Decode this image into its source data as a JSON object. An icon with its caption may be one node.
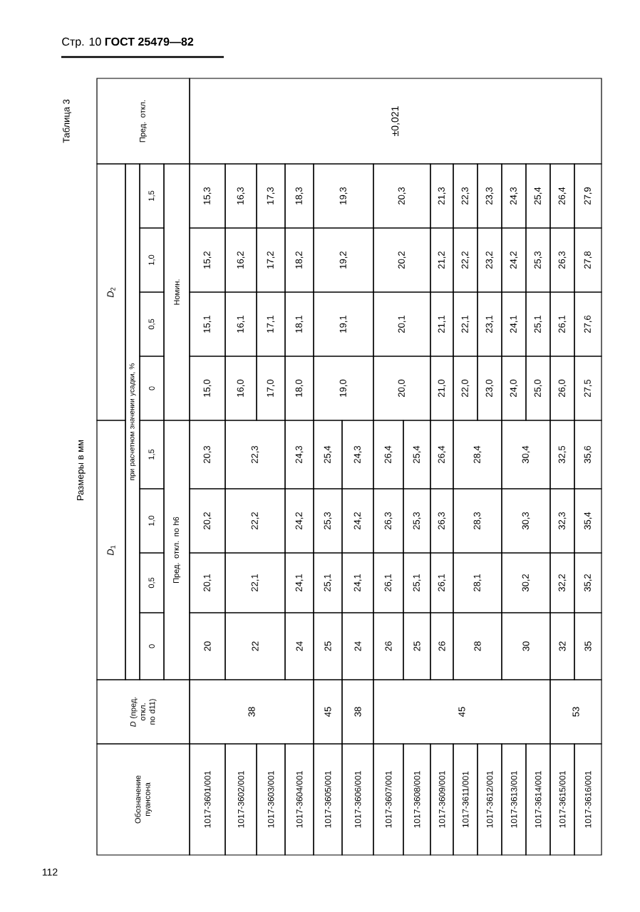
{
  "diagram": {
    "labels": [
      "Стр. 10 **ГОСТ 25479—82**",
      "Таблица 3",
      "Размеры в мм",
      "Обозначение пуансона",
      "*D* (пред. откл. по d11)",
      "*D*$_{1}$",
      "*D*$_{2}$",
      "Пред. откл.",
      "при расчетном значении усадки, %",
      "0",
      "0,5",
      "1,0",
      "1,5",
      "0",
      "0,5",
      "1,0",
      "1,5",
      "Пред. откл. по h6",
      "Номин.",
      "±0,021",
      "1017-3601/001",
      "38",
      "20",
      "20,1",
      "20,2",
      "20,3",
      "15,0",
      "15,1",
      "15,2",
      "15,3",
      "1017-3602/001",
      "22",
      "22,1",
      "22,2",
      "22,3",
      "16,0",
      "16,1",
      "16,2",
      "16,3",
      "1017-3603/001",
      "17,0",
      "17,1",
      "17,2",
      "17,3",
      "1017-3604/001",
      "24",
      "24,1",
      "24,2",
      "24,3",
      "18,0",
      "18,1",
      "18,2",
      "18,3",
      "1017-3605/001",
      "45",
      "25",
      "25,1",
      "25,3",
      "25,4",
      "19,0",
      "19,1",
      "19,2",
      "19,3",
      "1017-3606/001",
      "38",
      "24",
      "24,1",
      "24,2",
      "24,3",
      "1017-3607/001",
      "45",
      "26",
      "26,1",
      "26,3",
      "26,4",
      "20,0",
      "20,1",
      "20,2",
      "20,3",
      "1017-3608/001",
      "25",
      "25,1",
      "25,3",
      "25,4",
      "1017-3609/001",
      "26",
      "26,1",
      "26,3",
      "26,4",
      "21,0",
      "21,1",
      "21,2",
      "21,3",
      "1017-3611/001",
      "28",
      "28,1",
      "28,3",
      "28,4",
      "22,0",
      "22,1",
      "22,2",
      "22,3",
      "1017-3612/001",
      "23,0",
      "23,1",
      "23,2",
      "23,3",
      "1017-3613/001",
      "30",
      "30,2",
      "30,3",
      "30,4",
      "24,0",
      "24,1",
      "24,2",
      "24,3",
      "1017-3614/001",
      "25,0",
      "25,1",
      "25,3",
      "25,4",
      "1017-3615/001",
      "53",
      "32",
      "32,2",
      "32,3",
      "32,5",
      "26,0",
      "26,1",
      "26,3",
      "26,4",
      "1017-3616/001",
      "35",
      "35,2",
      "35,4",
      "35,6",
      "27,5",
      "27,6",
      "27,8",
      "27,9",
      "112"
    ]
  }
}
